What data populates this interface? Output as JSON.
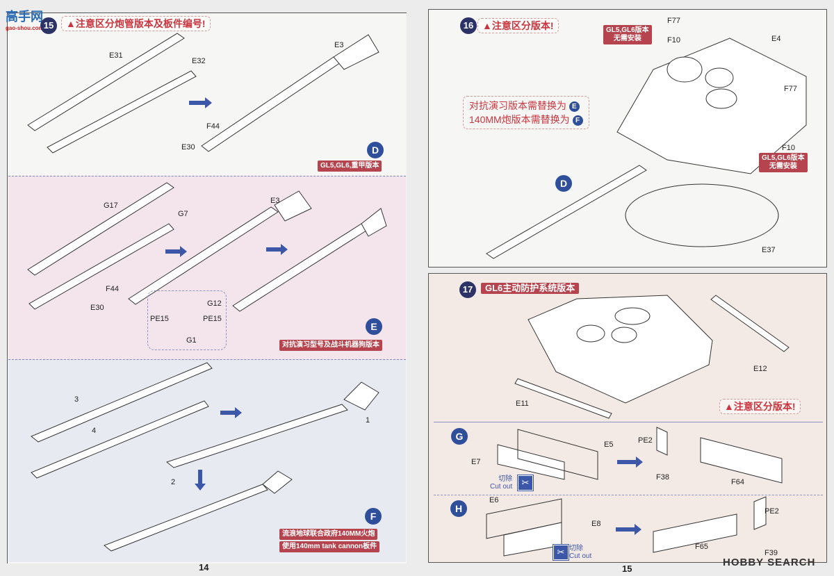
{
  "logo": {
    "text": "高手网",
    "url_text": "gao-shou.com"
  },
  "watermark": "HOBBY SEARCH",
  "left_page": {
    "page_number": "14",
    "step": "15",
    "warning": "▲注意区分炮管版本及板件编号!",
    "sections": [
      {
        "version": "D",
        "badge_lines": [
          "GL5,GL6,重甲版本"
        ],
        "labels": [
          "E31",
          "E32",
          "E3",
          "F44",
          "E30"
        ]
      },
      {
        "version": "E",
        "badge_lines": [
          "对抗演习型号及战斗机器狗版本"
        ],
        "labels": [
          "G17",
          "G7",
          "E3",
          "F44",
          "E30",
          "G12",
          "PE15",
          "PE15",
          "G1"
        ]
      },
      {
        "version": "F",
        "badge_lines": [
          "流浪地球联合政府140MM火炮",
          "使用140mm tank cannon板件"
        ],
        "labels": [
          "3",
          "4",
          "1",
          "2"
        ]
      }
    ]
  },
  "right_page": {
    "page_number": "15",
    "step16": {
      "step": "16",
      "warning": "▲注意区分版本!",
      "note_lines": [
        "对抗演习版本需替换为",
        "140MM炮版本需替换为"
      ],
      "note_refs": [
        "E",
        "F"
      ],
      "version": "D",
      "badge_lines": [
        "GL5,GL6版本",
        "无需安装"
      ],
      "labels": [
        "F77",
        "F10",
        "E4",
        "F77",
        "F10",
        "E37"
      ]
    },
    "step17": {
      "step": "17",
      "title": "GL6主动防护系统版本",
      "warning": "▲注意区分版本!",
      "labels": [
        "E12",
        "E11"
      ],
      "G": {
        "version": "G",
        "labels": [
          "E5",
          "E7",
          "PE2",
          "F38",
          "F64"
        ],
        "cut_cn": "切除",
        "cut_en": "Cut out"
      },
      "H": {
        "version": "H",
        "labels": [
          "E6",
          "E8",
          "PE2",
          "F65",
          "F39"
        ],
        "cut_cn": "切除",
        "cut_en": "Cut out"
      }
    }
  },
  "colors": {
    "accent_blue": "#2f4f9a",
    "badge_red": "#b5444e",
    "pink_bg": "#f4e5ec",
    "blue_bg": "#e7ebf1",
    "panel17_bg": "#f3e9e5"
  }
}
